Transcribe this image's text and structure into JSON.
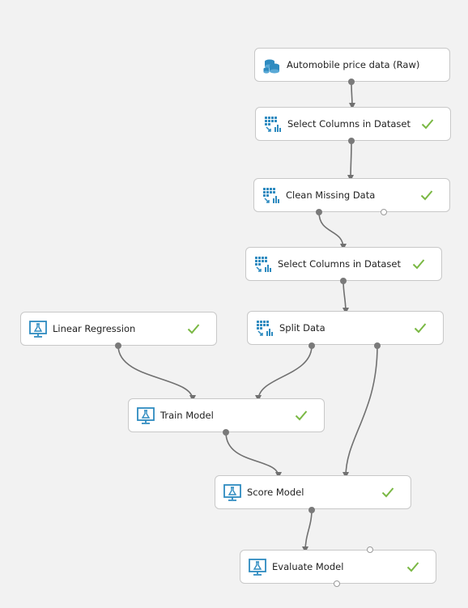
{
  "colors": {
    "background": "#f2f2f2",
    "node_border": "#c8c8c8",
    "edge": "#707070",
    "icon_blue": "#2e8bc0",
    "check_green": "#7ab844"
  },
  "nodes": {
    "automobile_data": {
      "label": "Automobile price data (Raw)",
      "icon": "dataset-icon",
      "completed": false
    },
    "select_columns_1": {
      "label": "Select Columns in Dataset",
      "icon": "table-transform-icon",
      "completed": true
    },
    "clean_missing": {
      "label": "Clean Missing Data",
      "icon": "table-transform-icon",
      "completed": true
    },
    "select_columns_2": {
      "label": "Select Columns in Dataset",
      "icon": "table-transform-icon",
      "completed": true
    },
    "split_data": {
      "label": "Split Data",
      "icon": "table-transform-icon",
      "completed": true
    },
    "linear_regression": {
      "label": "Linear Regression",
      "icon": "flask-monitor-icon",
      "completed": true
    },
    "train_model": {
      "label": "Train Model",
      "icon": "flask-monitor-icon",
      "completed": true
    },
    "score_model": {
      "label": "Score Model",
      "icon": "flask-monitor-icon",
      "completed": true
    },
    "evaluate_model": {
      "label": "Evaluate Model",
      "icon": "flask-monitor-icon",
      "completed": true
    }
  }
}
